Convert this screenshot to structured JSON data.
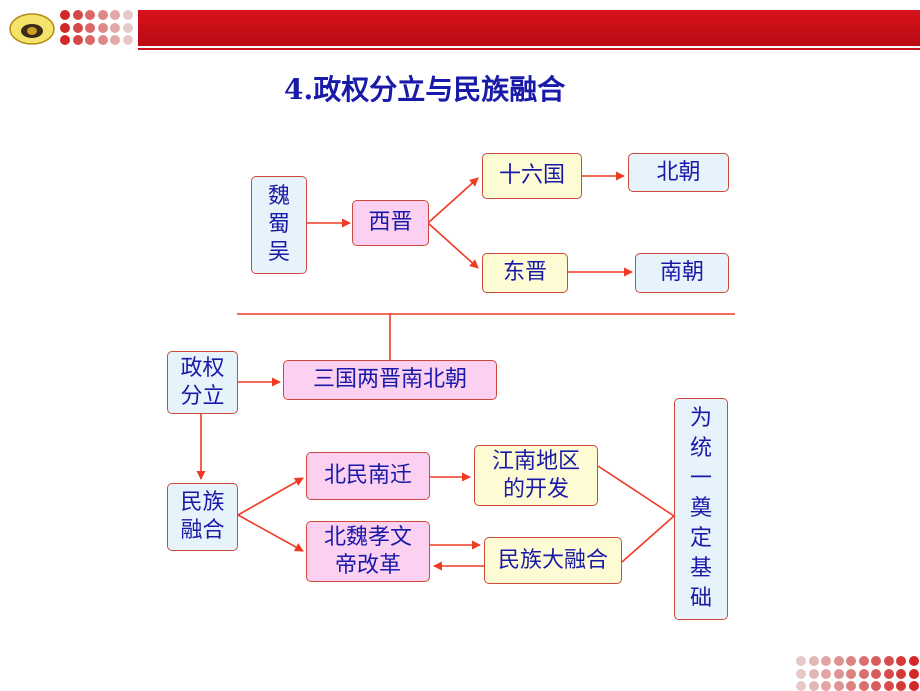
{
  "title": "4.政权分立与民族融合",
  "colors": {
    "banner": "#c9141c",
    "box_border": "#d04a3c",
    "text": "#1a1aa8",
    "box_blue": "#e6f3fa",
    "box_yellow": "#fdfbd3",
    "box_pink": "#fbd0f1"
  },
  "nodes": {
    "wei_shu_wu": [
      "魏",
      "蜀",
      "吴"
    ],
    "xijin": "西晋",
    "shiliuguo": "十六国",
    "beichao": "北朝",
    "dongjin": "东晋",
    "nanchao": "南朝",
    "zhengquan": [
      "政权",
      "分立"
    ],
    "sanguo": "三国两晋南北朝",
    "minzu": [
      "民族",
      "融合"
    ],
    "beiminnanqian": "北民南迁",
    "jiangnan": [
      "江南地区",
      "的开发"
    ],
    "xiaowendi": [
      "北魏孝文",
      "帝改革"
    ],
    "minzuda": "民族大融合",
    "tongyi": [
      "为",
      "统",
      "一",
      "奠",
      "定",
      "基",
      "础"
    ]
  }
}
